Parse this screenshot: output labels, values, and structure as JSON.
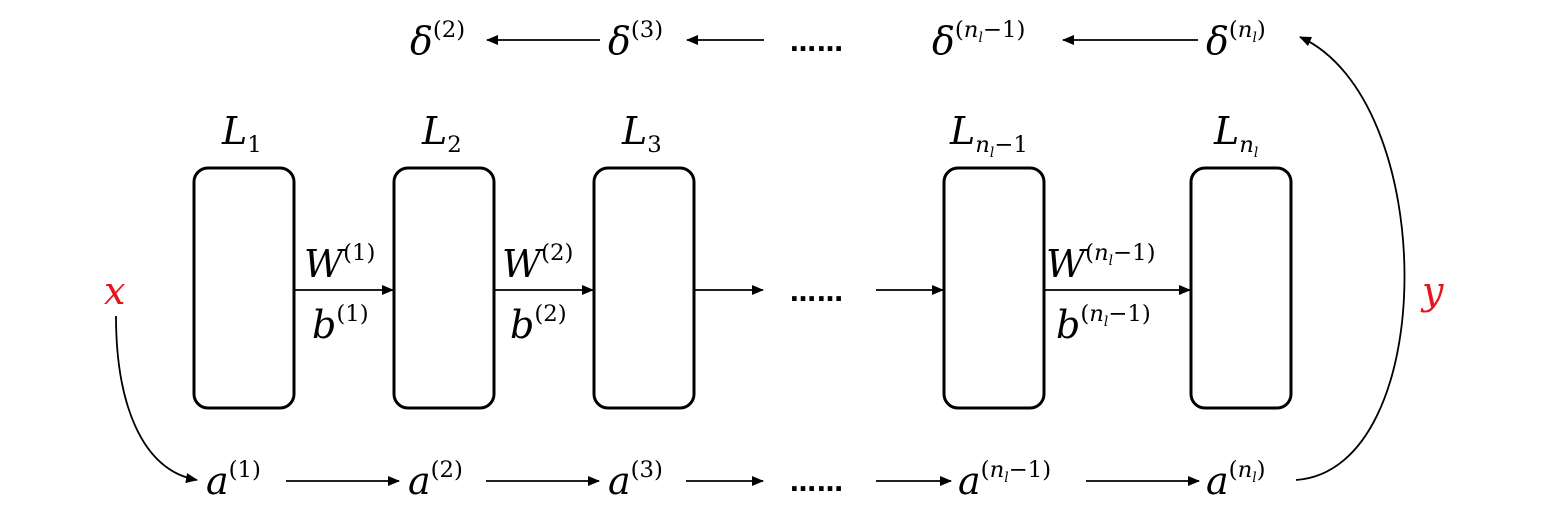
{
  "layers": [
    {
      "label": "L",
      "sub": "1",
      "sub_rest": ""
    },
    {
      "label": "L",
      "sub": "2",
      "sub_rest": ""
    },
    {
      "label": "L",
      "sub": "3",
      "sub_rest": ""
    },
    {
      "label": "L",
      "sub": "n",
      "sub_sub": "l",
      "sub_rest": "−1"
    },
    {
      "label": "L",
      "sub": "n",
      "sub_sub": "l",
      "sub_rest": ""
    }
  ],
  "weights": [
    {
      "w": "W",
      "w_sup": "(1)",
      "b": "b",
      "b_sup": "(1)"
    },
    {
      "w": "W",
      "w_sup": "(2)",
      "b": "b",
      "b_sup": "(2)"
    },
    {
      "w": "W",
      "w_sup_open": "(",
      "w_sup_n": "n",
      "w_sup_l": "l",
      "w_sup_close": "−1)",
      "b": "b",
      "b_sup_open": "(",
      "b_sup_n": "n",
      "b_sup_l": "l",
      "b_sup_close": "−1)"
    }
  ],
  "activations": [
    {
      "sym": "a",
      "sup": "(1)"
    },
    {
      "sym": "a",
      "sup": "(2)"
    },
    {
      "sym": "a",
      "sup": "(3)"
    },
    {
      "sym": "a",
      "sup_open": "(",
      "sup_n": "n",
      "sup_l": "l",
      "sup_close": "−1)"
    },
    {
      "sym": "a",
      "sup_open": "(",
      "sup_n": "n",
      "sup_l": "l",
      "sup_close": ")"
    }
  ],
  "deltas": [
    {
      "sym": "δ",
      "sup": "(2)"
    },
    {
      "sym": "δ",
      "sup": "(3)"
    },
    {
      "sym": "δ",
      "sup_open": "(",
      "sup_n": "n",
      "sup_l": "l",
      "sup_close": "−1)"
    },
    {
      "sym": "δ",
      "sup_open": "(",
      "sup_n": "n",
      "sup_l": "l",
      "sup_close": ")"
    }
  ],
  "ellipsis": "……",
  "input": "x",
  "target": "y",
  "colors": {
    "highlight": "#e8141c",
    "stroke": "#000000"
  }
}
